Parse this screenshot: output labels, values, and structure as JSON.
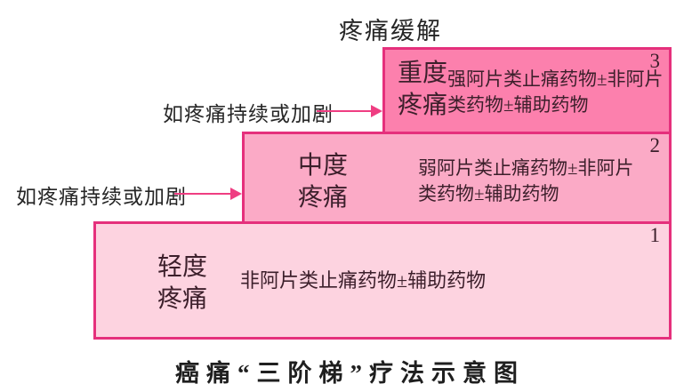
{
  "top_label": "疼痛缓解",
  "title": "癌痛“三阶梯”疗法示意图",
  "arrows": [
    {
      "label": "如疼痛持续或加剧",
      "points_to": "step-3"
    },
    {
      "label": "如疼痛持续或加剧",
      "points_to": "step-2"
    }
  ],
  "steps": [
    {
      "number": "3",
      "heading": "重度\n疼痛",
      "description": "强阿片类止痛药物±非阿片\n类药物±辅助药物",
      "fill": "#fc80ad"
    },
    {
      "number": "2",
      "heading": "中度\n疼痛",
      "description": "弱阿片类止痛药物±非阿片\n类药物±辅助药物",
      "fill": "#fbaac6"
    },
    {
      "number": "1",
      "heading": "轻度\n疼痛",
      "description": "非阿片类止痛药物±辅助药物",
      "fill": "#fdd3e0"
    }
  ],
  "colors": {
    "border": "#e5307c",
    "arrow": "#ef3d82",
    "box_text": "#3c1f2b",
    "label_text": "#262626",
    "background": "#ffffff"
  }
}
